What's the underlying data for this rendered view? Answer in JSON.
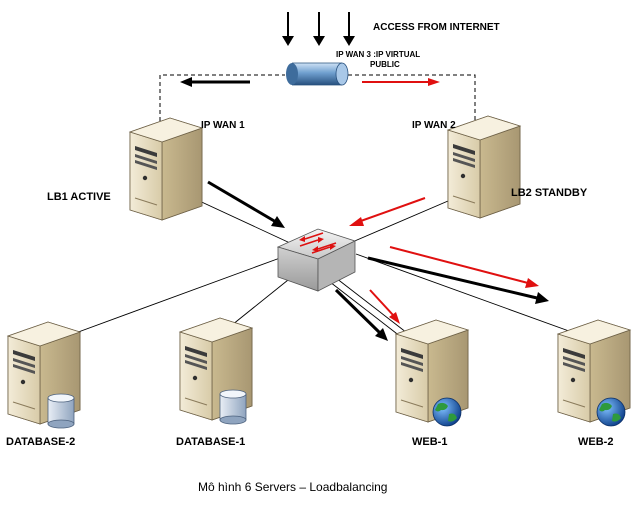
{
  "labels": {
    "access": "ACCESS FROM INTERNET",
    "vip_line1": "IP WAN 3 :IP VIRTUAL",
    "vip_line2": "PUBLIC",
    "wan1": "IP WAN 1",
    "wan2": "IP WAN 2",
    "lb1": "LB1 ACTIVE",
    "lb2": "LB2 STANDBY",
    "db2": "DATABASE-2",
    "db1": "DATABASE-1",
    "web1": "WEB-1",
    "web2": "WEB-2"
  },
  "caption": "Mô hình 6 Servers – Loadbalancing",
  "colors": {
    "active_arrow": "#000000",
    "standby_arrow": "#e01010",
    "link": "#000000",
    "server_body": "#e6dcc3",
    "globe": "#1f5fb0"
  },
  "icons": {
    "switch": "network-switch-icon",
    "server": "tower-server-icon",
    "database": "database-cylinder-icon",
    "web": "globe-icon",
    "vip": "virtual-ip-cylinder-icon"
  }
}
